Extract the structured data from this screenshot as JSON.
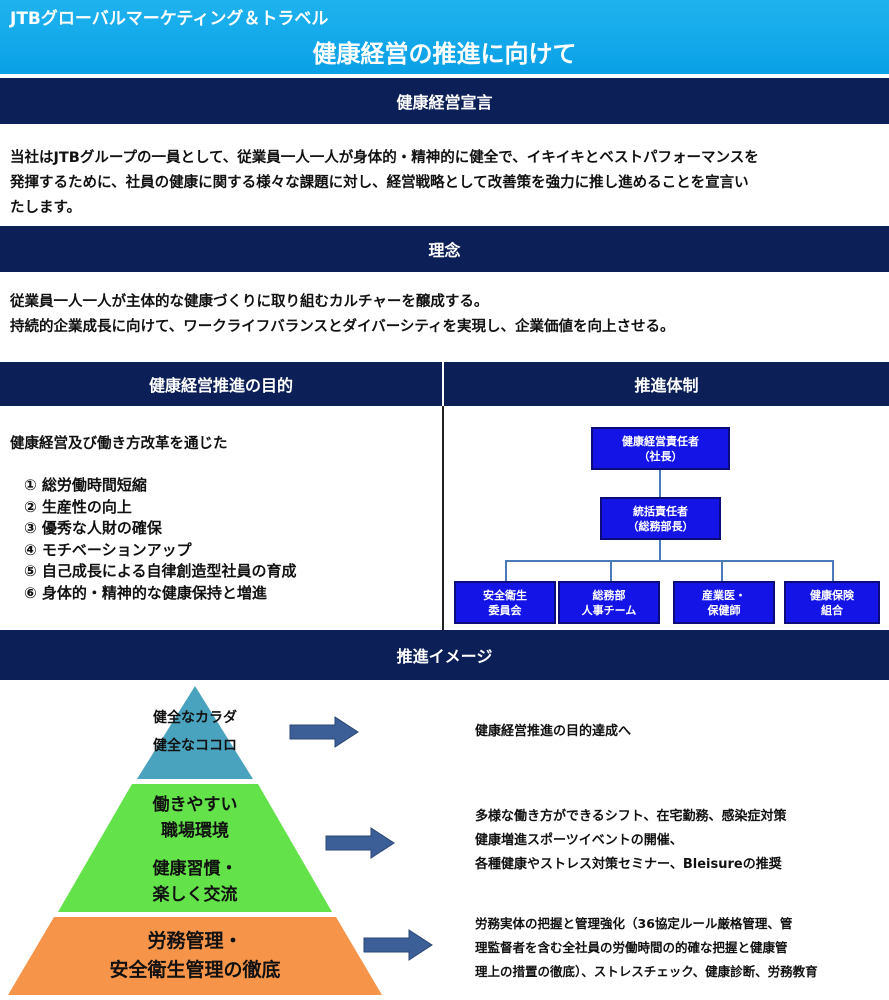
{
  "header": {
    "company": "JTBグローバルマーケティング＆トラベル",
    "title": "健康経営の推進に向けて"
  },
  "declaration": {
    "heading": "健康経営宣言",
    "lines": [
      "当社はJTBグループの一員として、従業員一人一人が身体的・精神的に健全で、イキイキとベストパフォーマンスを",
      "発揮するために、社員の健康に関する様々な課題に対し、経営戦略として改善策を強力に推し進めることを宣言い",
      "たします。"
    ]
  },
  "philosophy": {
    "heading": "理念",
    "lines": [
      "従業員一人一人が主体的な健康づくりに取り組むカルチャーを醸成する。",
      "持続的企業成長に向けて、ワークライフバランスとダイバーシティを実現し、企業価値を向上させる。"
    ]
  },
  "purpose": {
    "heading": "健康経営推進の目的",
    "intro": "健康経営及び働き方改革を通じた",
    "goals": [
      "① 総労働時間短縮",
      "② 生産性の向上",
      "③ 優秀な人財の確保",
      "④ モチベーションアップ",
      "⑤ 自己成長による自律創造型社員の育成",
      "⑥ 身体的・精神的な健康保持と増進"
    ]
  },
  "structure": {
    "heading": "推進体制",
    "top": {
      "line1": "健康経営責任者",
      "line2": "（社長）"
    },
    "middle": {
      "line1": "統括責任者",
      "line2": "（総務部長）"
    },
    "bottom": [
      {
        "line1": "安全衛生",
        "line2": "委員会"
      },
      {
        "line1": "総務部",
        "line2": "人事チーム"
      },
      {
        "line1": "産業医・",
        "line2": "保健師"
      },
      {
        "line1": "健康保険",
        "line2": "組合"
      }
    ]
  },
  "image": {
    "heading": "推進イメージ",
    "tiers": [
      {
        "lines": [
          "健全なカラダ",
          "健全なココロ"
        ],
        "color": "#4aa3be"
      },
      {
        "lines": [
          "働きやすい",
          "職場環境",
          "健康習慣・",
          "楽しく交流"
        ],
        "color": "#63e24a"
      },
      {
        "lines": [
          "労務管理・",
          "安全衛生管理の徹底"
        ],
        "color": "#f6954a"
      }
    ],
    "descriptions": [
      [
        "健康経営推進の目的達成へ"
      ],
      [
        "多様な働き方ができるシフト、在宅勤務、感染症対策",
        "健康増進スポーツイベントの開催、",
        "各種健康やストレス対策セミナー、Bleisureの推奨"
      ],
      [
        "労務実体の把握と管理強化（36協定ルール厳格管理、管",
        "理監督者を含む全社員の労働時間の的確な把握と健康管",
        "理上の措置の徹底）、ストレスチェック、健康診断、労務教育"
      ]
    ],
    "arrow_color": "#3c5f98"
  }
}
